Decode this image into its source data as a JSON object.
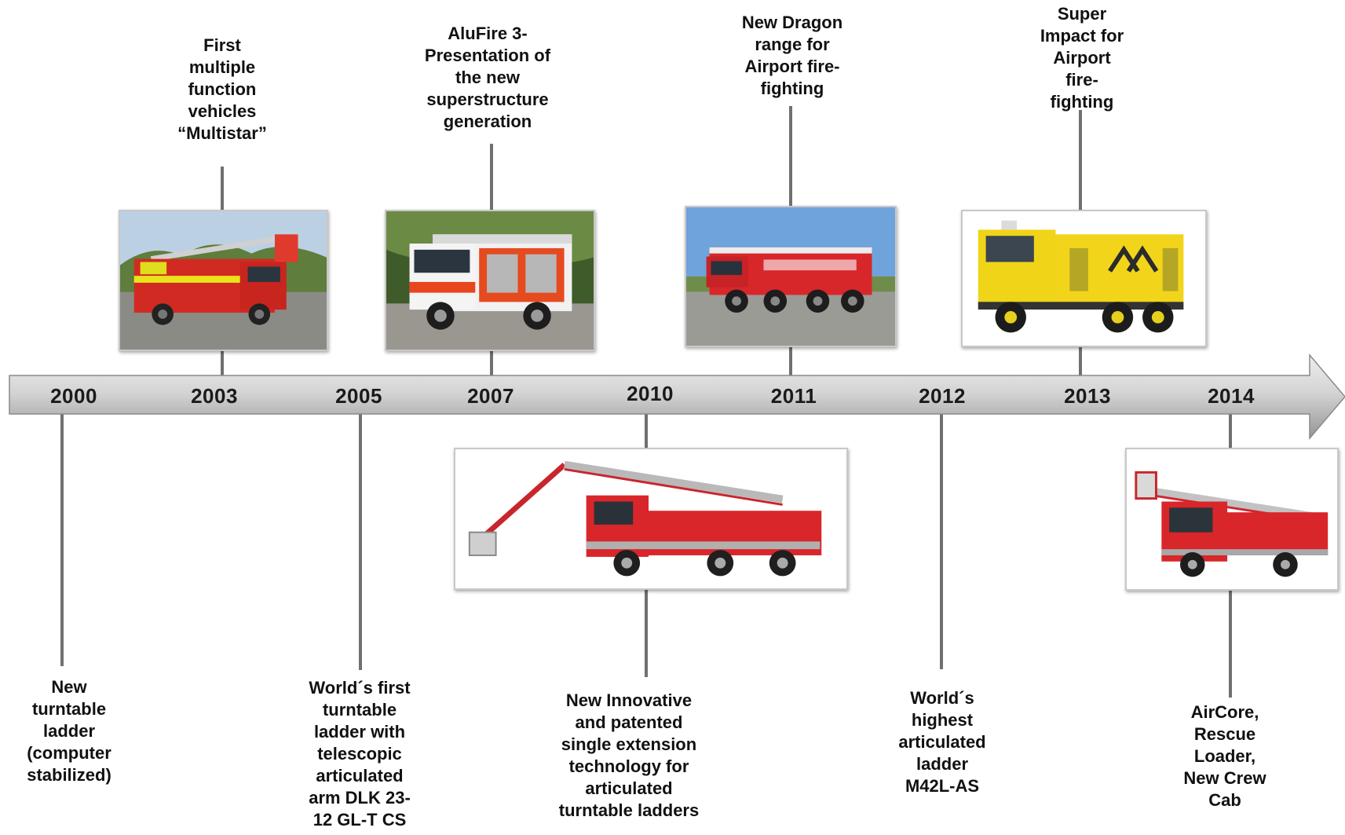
{
  "timeline": {
    "years": [
      "2000",
      "2003",
      "2005",
      "2007",
      "2010",
      "2011",
      "2012",
      "2013",
      "2014"
    ],
    "milestones": [
      {
        "year": "2000",
        "caption": "New\nturntable\nladder\n(computer\nstabilized)"
      },
      {
        "year": "2003",
        "caption": "First\nmultiple\nfunction\nvehicles\n“Multistar”",
        "photo": "fire-engine-turntable-ladder"
      },
      {
        "year": "2005",
        "caption": "World´s first\nturntable\nladder with\ntelescopic\narticulated\narm DLK 23-\n12 GL-T CS"
      },
      {
        "year": "2007",
        "caption": "AluFire 3-\nPresentation of\nthe new\nsuperstructure\ngeneration",
        "photo": "fire-engine-alufire"
      },
      {
        "year": "2010",
        "caption": "New Innovative\nand patented\nsingle extension\ntechnology for\narticulated\nturntable ladders",
        "photo": "aerial-ladder-truck"
      },
      {
        "year": "2011",
        "caption": "New Dragon\nrange for\nAirport fire-\nfighting",
        "photo": "airport-crash-tender-red"
      },
      {
        "year": "2012",
        "caption": "World´s\nhighest\narticulated\nladder\nM42L-AS"
      },
      {
        "year": "2013",
        "caption": "Super\nImpact for\nAirport\nfire-\nfighting",
        "photo": "airport-crash-tender-yellow"
      },
      {
        "year": "2014",
        "caption": "AirCore,\nRescue\nLoader,\nNew Crew\nCab",
        "photo": "turntable-ladder-truck"
      }
    ]
  },
  "colors": {
    "arrow_light": "#e6e6e6",
    "arrow_dark": "#8f8f8f",
    "connector": "#707070",
    "fire_red": "#d62a22",
    "airport_yellow": "#f2d51a"
  }
}
